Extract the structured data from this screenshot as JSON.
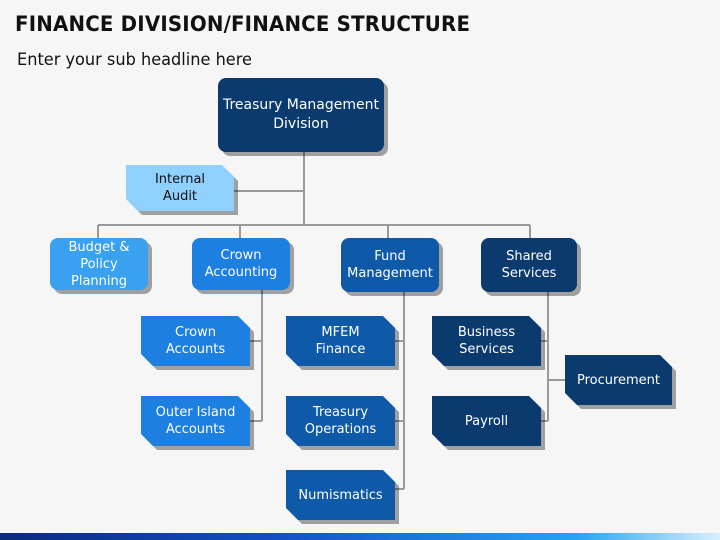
{
  "header": {
    "title": "FINANCE DIVISION/FINANCE STRUCTURE",
    "subtitle": "Enter your sub headline here"
  },
  "nodes": {
    "root": "Treasury Management\nDivision",
    "audit": "Internal\nAudit",
    "budget": "Budget & Policy\nPlanning",
    "crown": "Crown\nAccounting",
    "fund": "Fund\nManagement",
    "shared": "Shared\nServices",
    "crown_accounts": "Crown\nAccounts",
    "outer_island": "Outer Island\nAccounts",
    "mfem": "MFEM\nFinance",
    "treasury_ops": "Treasury\nOperations",
    "numismatics": "Numismatics",
    "business_services": "Business\nServices",
    "procurement": "Procurement",
    "payroll": "Payroll"
  },
  "colors": {
    "navy": "#0b3a6e",
    "dark_blue": "#0f5aa8",
    "mid_blue": "#1d7fe0",
    "light_blue": "#3aa0f0",
    "pale_blue": "#8fd0ff",
    "connector": "#9a9a9a"
  }
}
